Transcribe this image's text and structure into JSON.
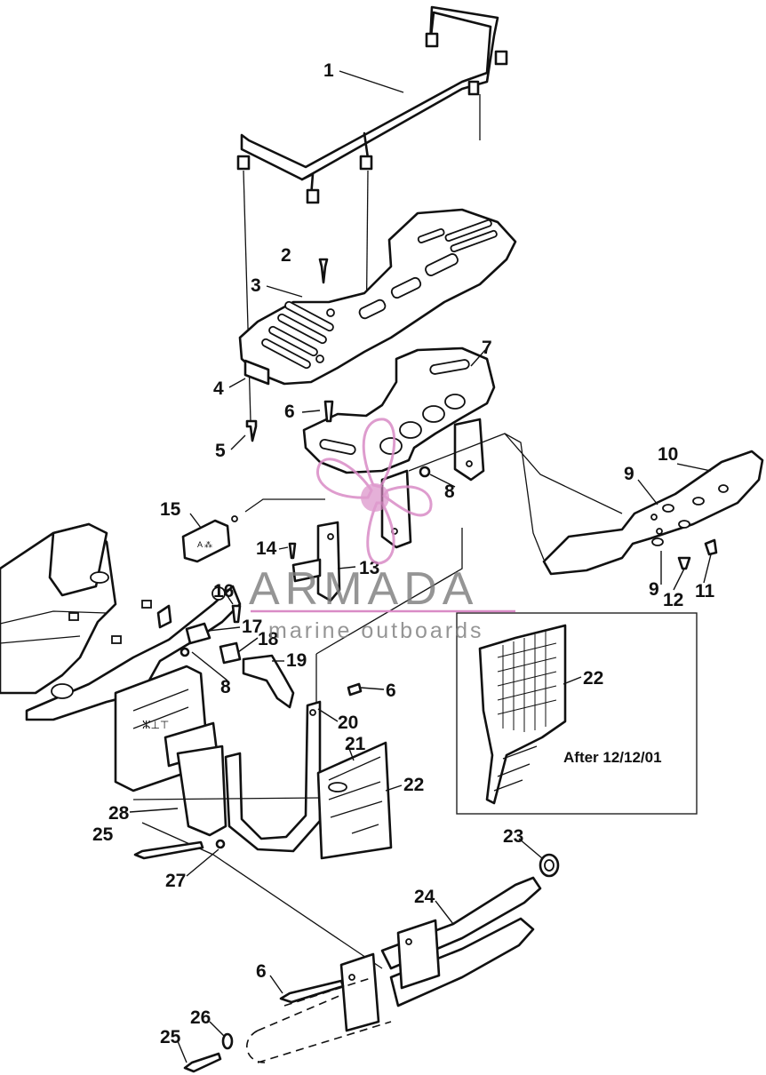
{
  "callouts": {
    "c1": "1",
    "c2": "2",
    "c3": "3",
    "c4": "4",
    "c5": "5",
    "c6a": "6",
    "c7": "7",
    "c8a": "8",
    "c9a": "9",
    "c10": "10",
    "c15": "15",
    "c14": "14",
    "c13": "13",
    "c9b": "9",
    "c12": "12",
    "c11": "11",
    "c16": "16",
    "c17": "17",
    "c18": "18",
    "c19": "19",
    "c8b": "8",
    "c6b": "6",
    "c20": "20",
    "c21": "21",
    "c22": "22",
    "c22b": "22",
    "c28": "28",
    "c25a": "25",
    "c27": "27",
    "c23": "23",
    "c24": "24",
    "c6c": "6",
    "c26": "26",
    "c25b": "25"
  },
  "inset": {
    "note": "After 12/12/01"
  },
  "watermark": {
    "title": "ARMADA",
    "subtitle": "marine outboards",
    "logo": "propeller-logo",
    "accent_color": "#d98bc6"
  },
  "colors": {
    "line": "#111111",
    "background": "#ffffff"
  }
}
